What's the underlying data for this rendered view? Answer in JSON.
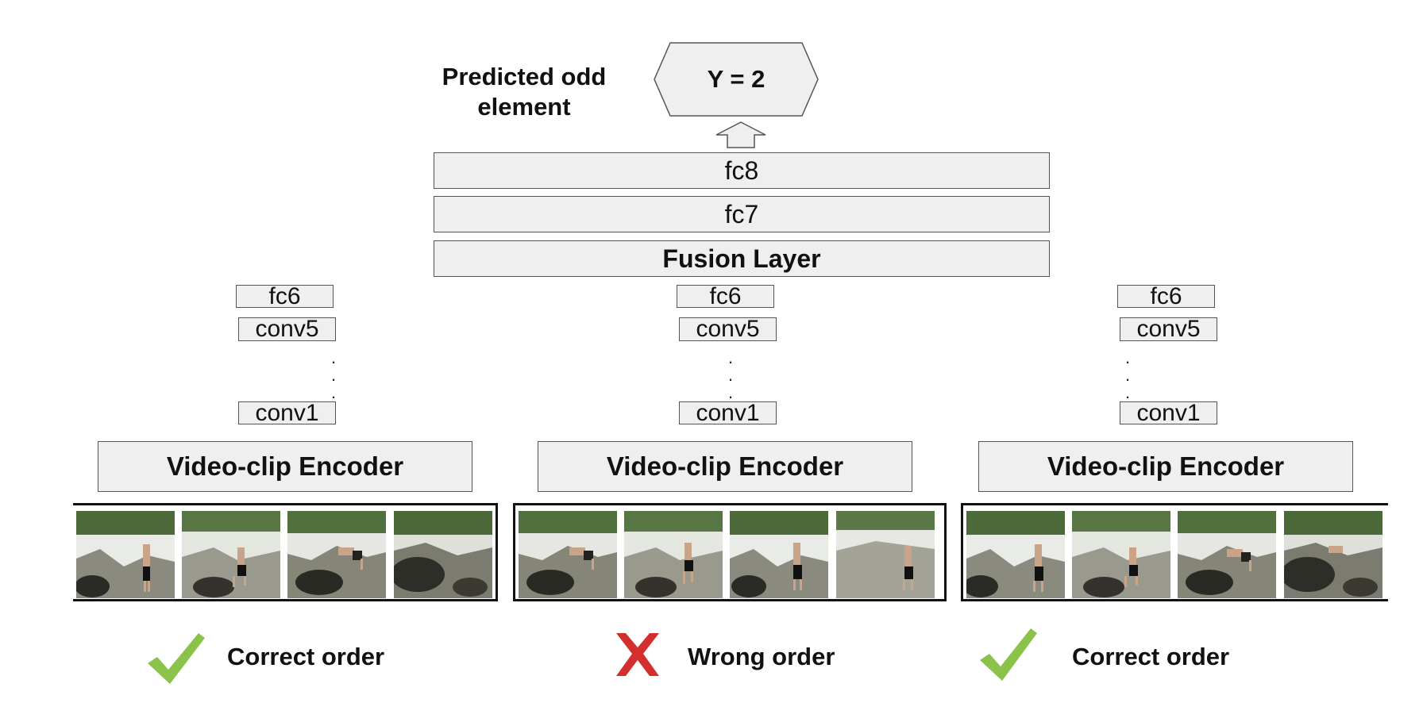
{
  "output": {
    "label": "Predicted odd element",
    "label_line1": "Predicted odd",
    "label_line2": "element",
    "value": "Y = 2"
  },
  "fusion_stack": [
    "fc8",
    "fc7",
    "Fusion Layer"
  ],
  "branches": [
    {
      "layers": [
        "fc6",
        "conv5",
        "conv1"
      ],
      "ellipsis": ". . .",
      "encoder": "Video-clip Encoder",
      "frames": 4,
      "status": "Correct order",
      "status_icon": "check-mark-icon"
    },
    {
      "layers": [
        "fc6",
        "conv5",
        "conv1"
      ],
      "ellipsis": ". . .",
      "encoder": "Video-clip Encoder",
      "frames": 4,
      "status": "Wrong order",
      "status_icon": "cross-mark-icon"
    },
    {
      "layers": [
        "fc6",
        "conv5",
        "conv1"
      ],
      "ellipsis": ". . .",
      "encoder": "Video-clip Encoder",
      "frames": 4,
      "status": "Correct order",
      "status_icon": "check-mark-icon"
    }
  ],
  "colors": {
    "box_fill": "#efefef",
    "box_border": "#555555",
    "check": "#8bc34a",
    "cross": "#d32f2f"
  }
}
